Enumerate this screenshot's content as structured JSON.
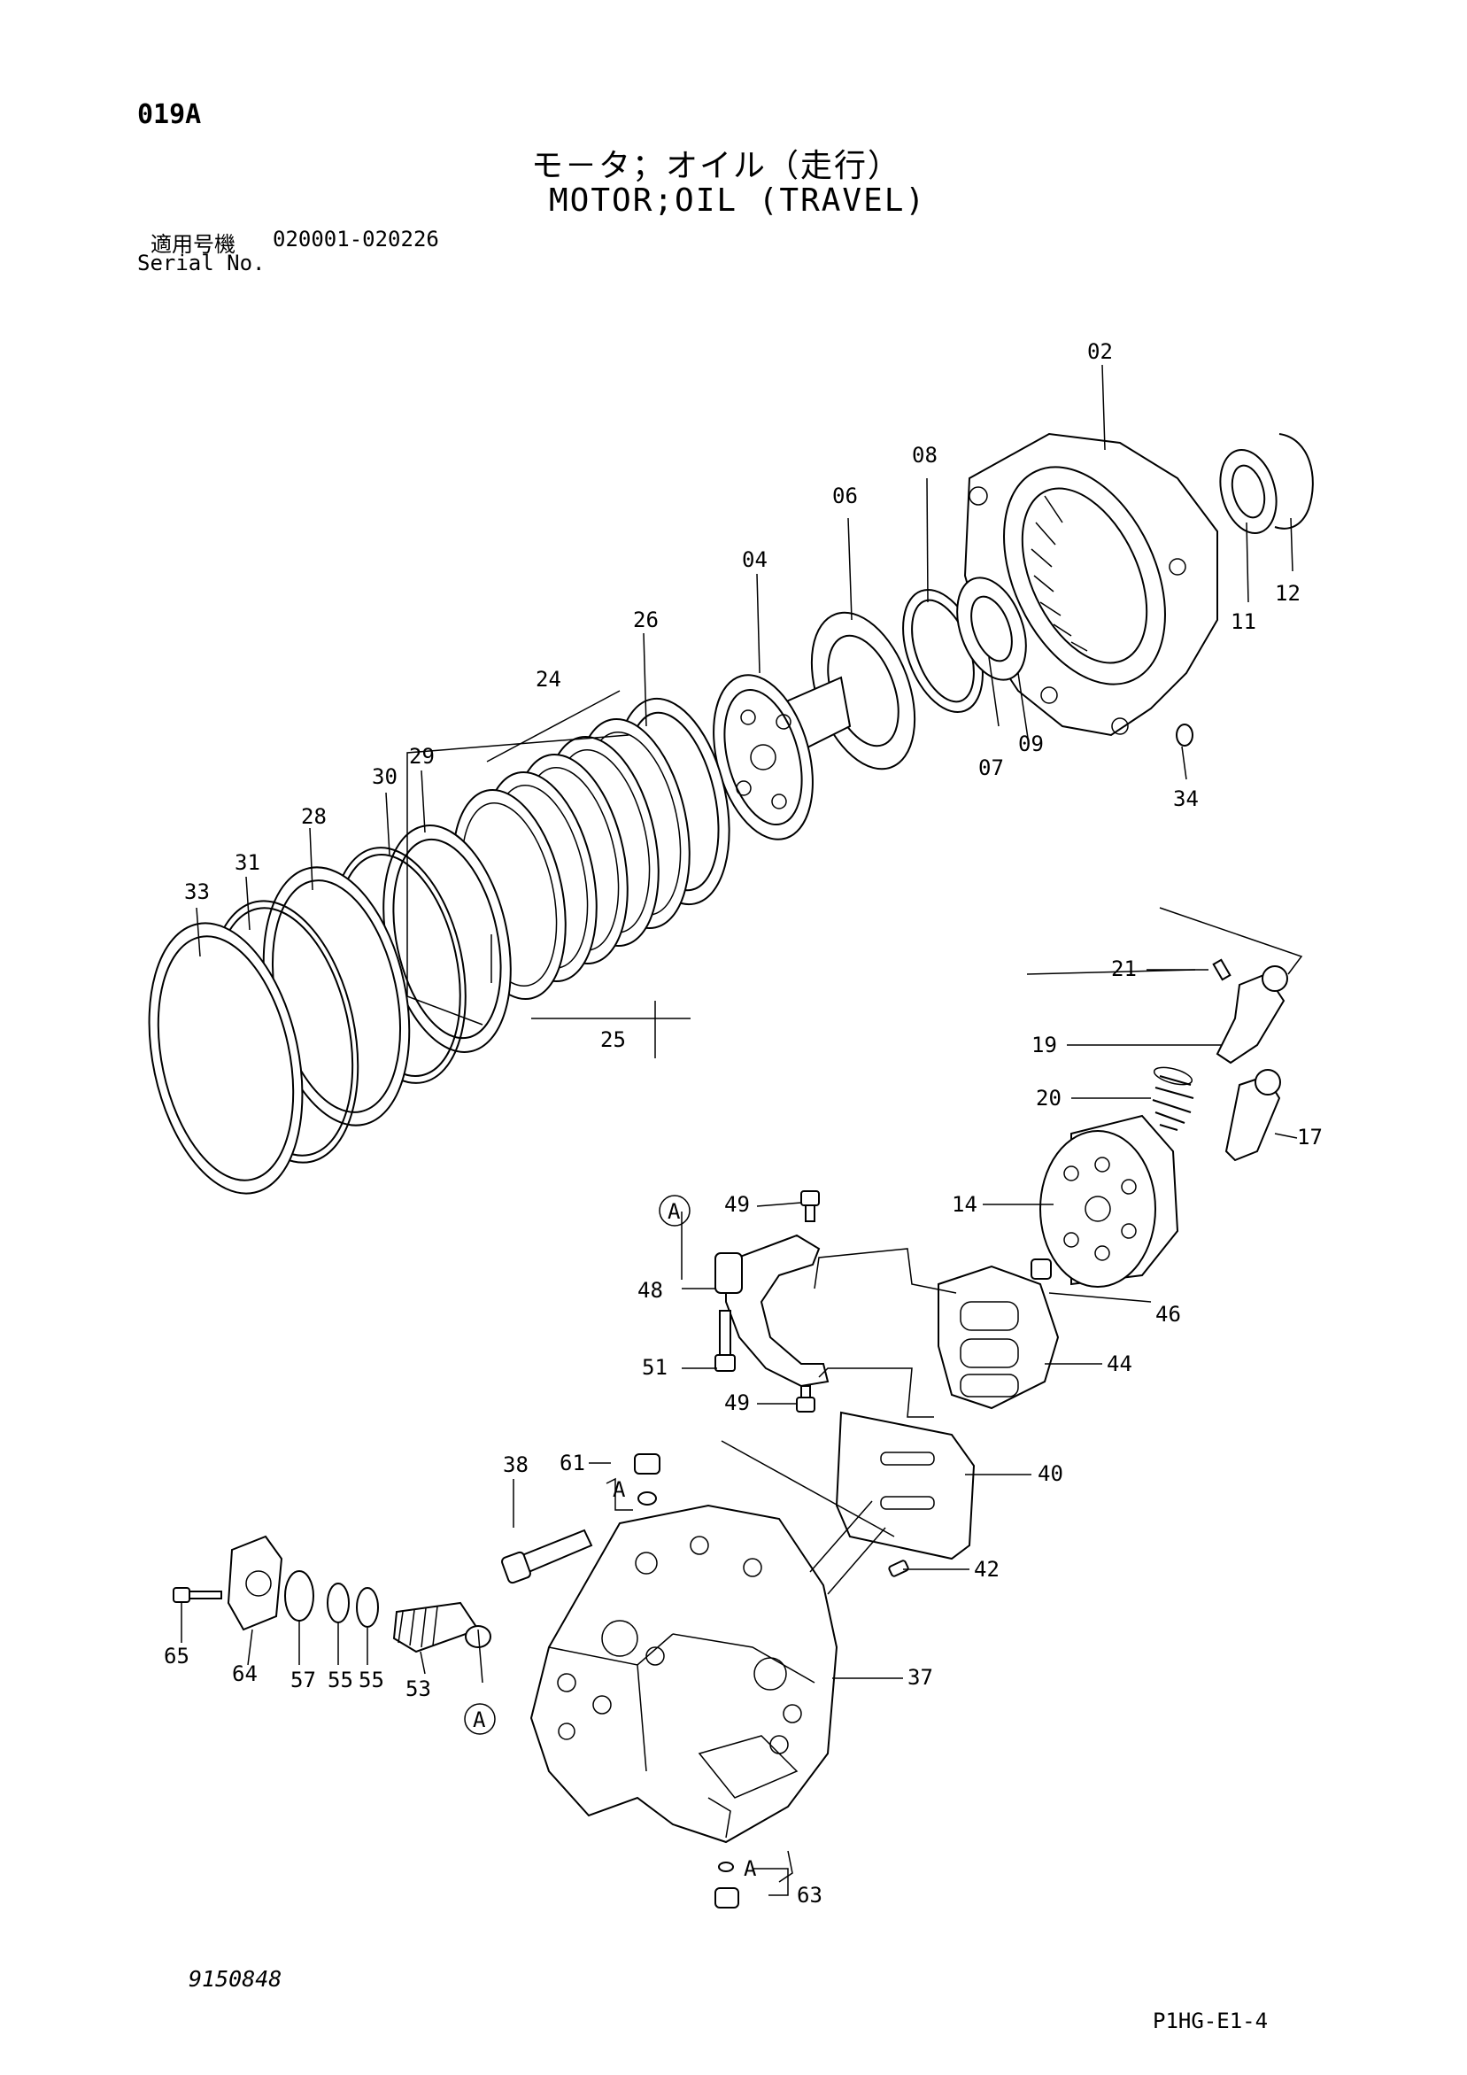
{
  "header": {
    "page_code": "019A",
    "title_jp": "モ－タ；オイル（走行）",
    "title_en": "MOTOR;OIL (TRAVEL)",
    "serial_label_jp": "適用号機",
    "serial_range": "020001-020226",
    "serial_label_en": "Serial No."
  },
  "callouts": {
    "p02": "02",
    "p04": "04",
    "p06": "06",
    "p07": "07",
    "p08": "08",
    "p09": "09",
    "p11": "11",
    "p12": "12",
    "p14": "14",
    "p17": "17",
    "p19": "19",
    "p20": "20",
    "p21": "21",
    "p24": "24",
    "p25": "25",
    "p26": "26",
    "p28": "28",
    "p29": "29",
    "p30": "30",
    "p31": "31",
    "p33": "33",
    "p34": "34",
    "p37": "37",
    "p38": "38",
    "p40": "40",
    "p42": "42",
    "p44": "44",
    "p46": "46",
    "p48": "48",
    "p49a": "49",
    "p49b": "49",
    "p51": "51",
    "p53": "53",
    "p55a": "55",
    "p55b": "55",
    "p57": "57",
    "p61": "61",
    "p63": "63",
    "p64": "64",
    "p65": "65"
  },
  "reference_marks": {
    "ref_a1": "A",
    "ref_a2": "A",
    "ref_a3": "A",
    "ref_a4": "A"
  },
  "footer": {
    "doc_number": "9150848",
    "sheet_code": "P1HG-E1-4"
  }
}
